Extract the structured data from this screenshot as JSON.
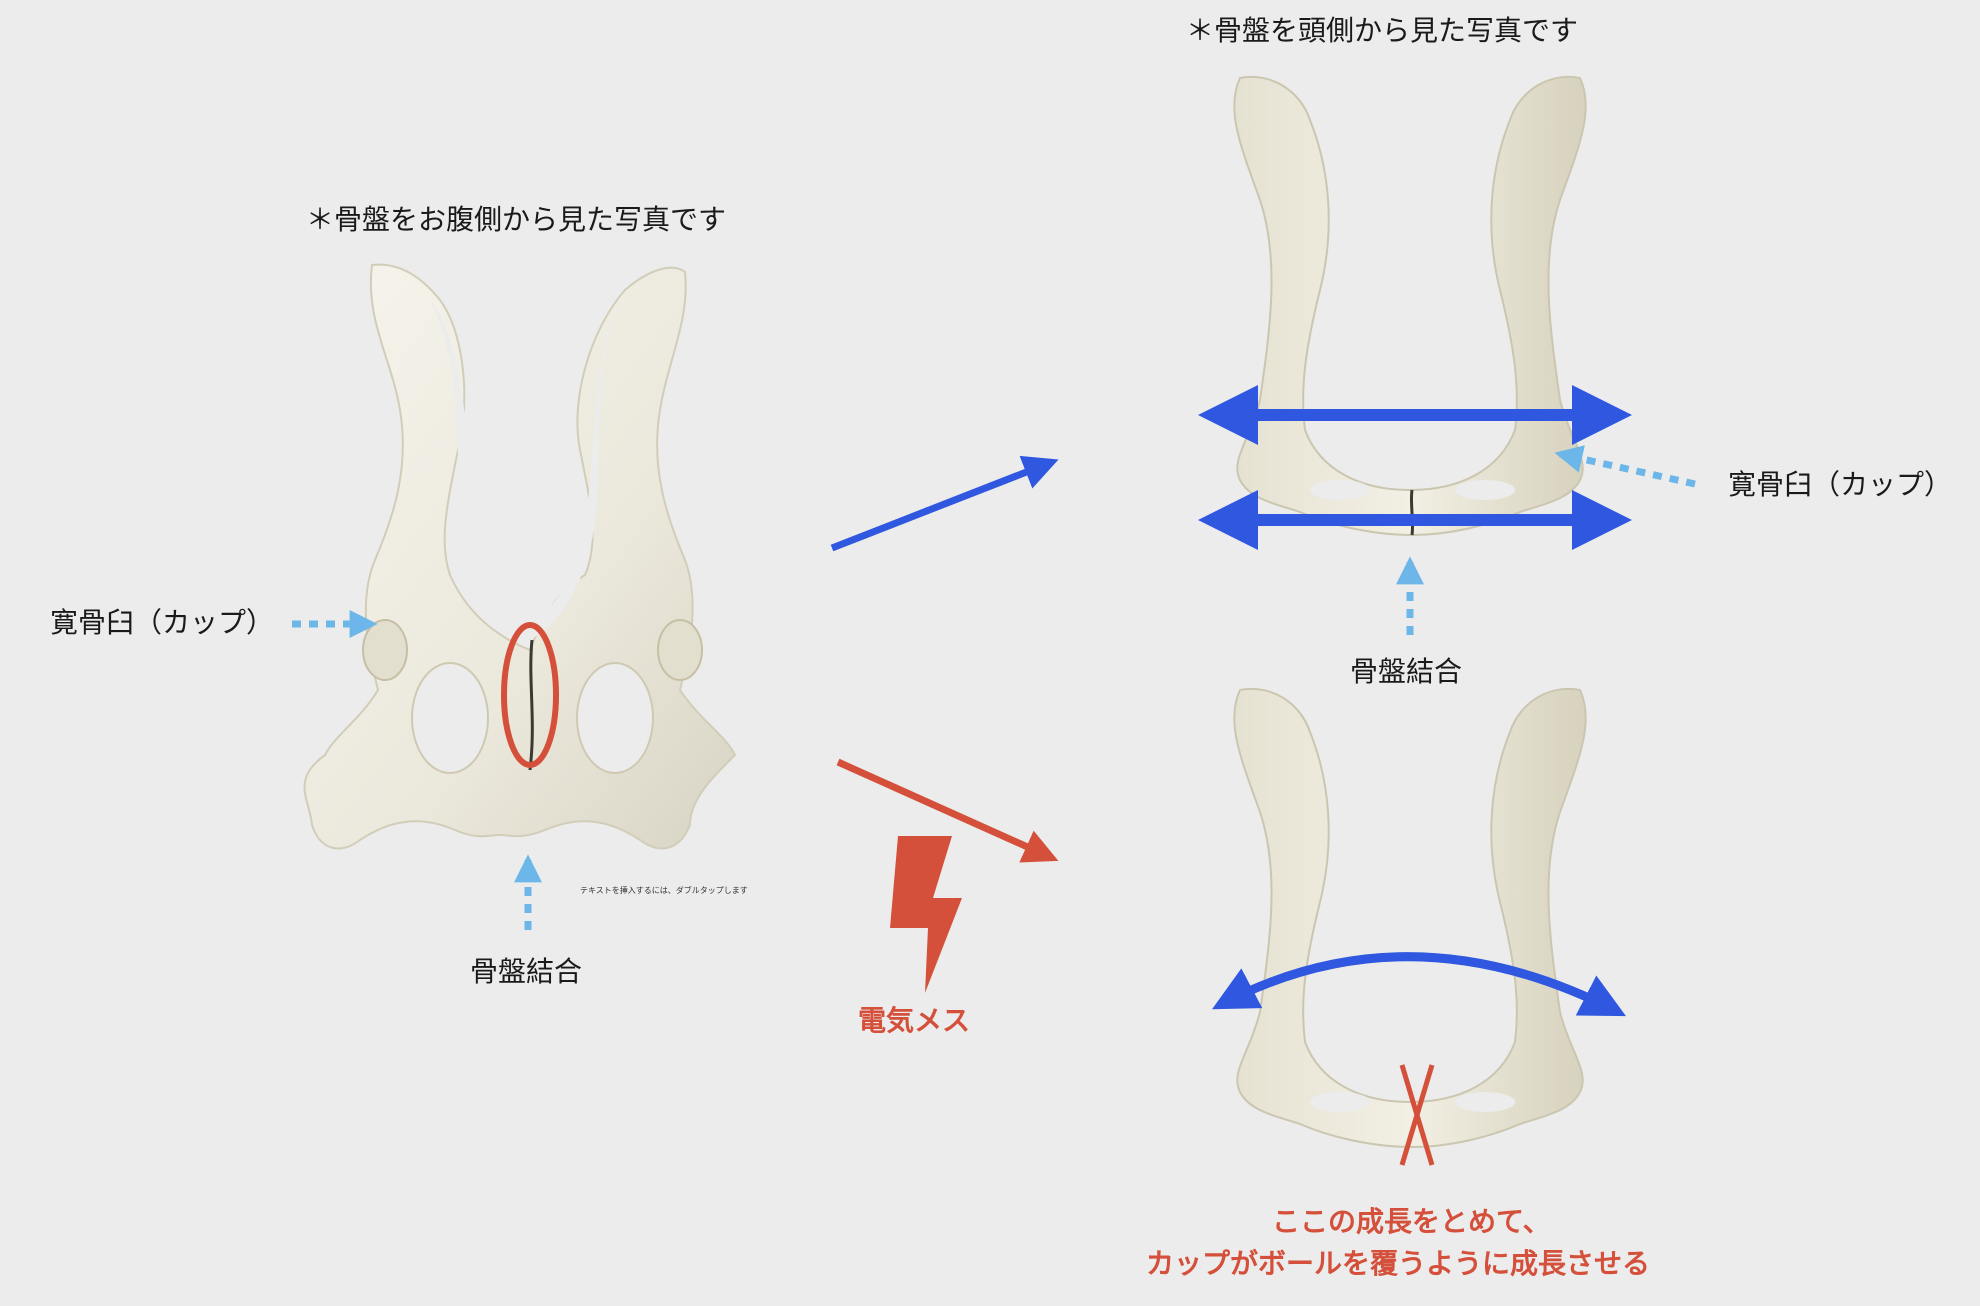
{
  "captions": {
    "ventral": "＊骨盤をお腹側から見た写真です",
    "cranial": "＊骨盤を頭側から見た写真です"
  },
  "labels": {
    "acetabulum_left": "寛骨臼（カップ）",
    "acetabulum_right": "寛骨臼（カップ）",
    "symphysis_left": "骨盤結合",
    "symphysis_right": "骨盤結合",
    "placeholder_hint": "テキストを挿入するには、ダブルタップします",
    "electrocautery": "電気メス",
    "note_line1": "ここの成長をとめて、",
    "note_line2": "カップがボールを覆うように成長させる"
  },
  "colors": {
    "background": "#ececec",
    "bone": "#f1efe6",
    "bone_shade": "#d9d6c8",
    "bone_dark": "#c9c2a8",
    "blue_arrow": "#2f57e0",
    "dotted_arrow": "#6cb6ea",
    "red_accent": "#d5503a"
  },
  "icons": {
    "lightning": "lightning-bolt-icon"
  }
}
